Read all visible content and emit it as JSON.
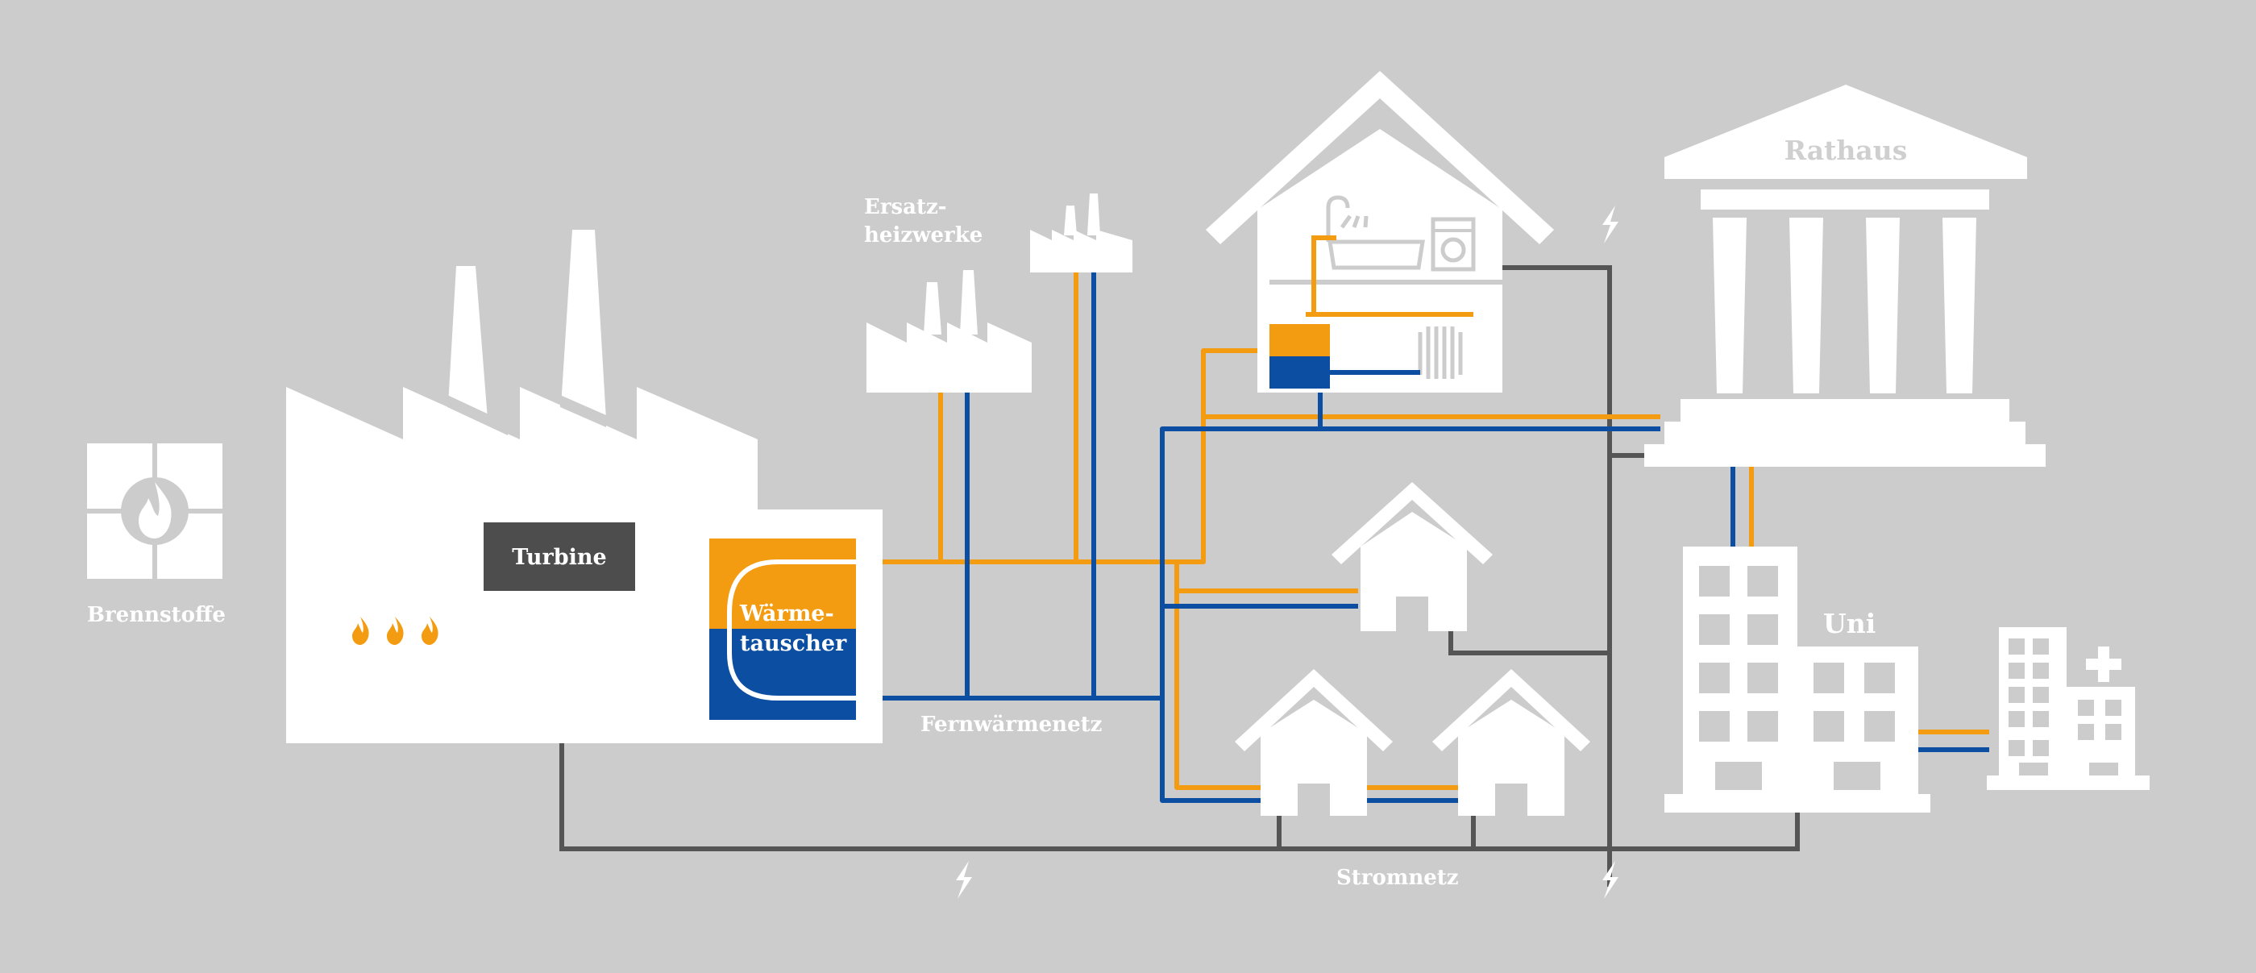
{
  "labels": {
    "brennstoffe": "Brennstoffe",
    "turbine": "Turbine",
    "waermetauscher_line1": "Wärme-",
    "waermetauscher_line2": "tauscher",
    "ersatz_line1": "Ersatz-",
    "ersatz_line2": "heizwerke",
    "fernwaermenetz": "Fernwärmenetz",
    "stromnetz": "Stromnetz",
    "rathaus": "Rathaus",
    "uni": "Uni"
  },
  "colors": {
    "background": "#cccccc",
    "white": "#ffffff",
    "hot_pipe": "#f39c12",
    "cold_pipe": "#0b4ea2",
    "power_line": "#555555",
    "turbine_box": "#4d4d4d"
  },
  "icons": [
    "fire-icon",
    "flame-icon",
    "lightning-icon",
    "bathtub-icon",
    "washing-machine-icon",
    "radiator-icon",
    "hospital-cross-icon"
  ]
}
